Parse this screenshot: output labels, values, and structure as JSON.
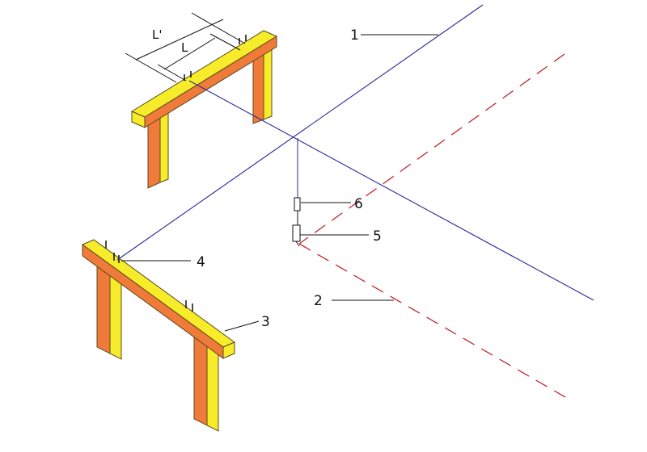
{
  "diagram": {
    "callouts": {
      "one": "1",
      "two": "2",
      "three": "3",
      "four": "4",
      "five": "5",
      "six": "6"
    },
    "dimensions": {
      "outer": "L'",
      "inner": "L"
    },
    "colors": {
      "background": "#ffffff",
      "string_line": "#2a2a9a",
      "dashed_line": "#c0282d",
      "board_top": "#f6ec2a",
      "board_side": "#f07a3a",
      "outline": "#5a4a20",
      "ink": "#111111"
    }
  }
}
